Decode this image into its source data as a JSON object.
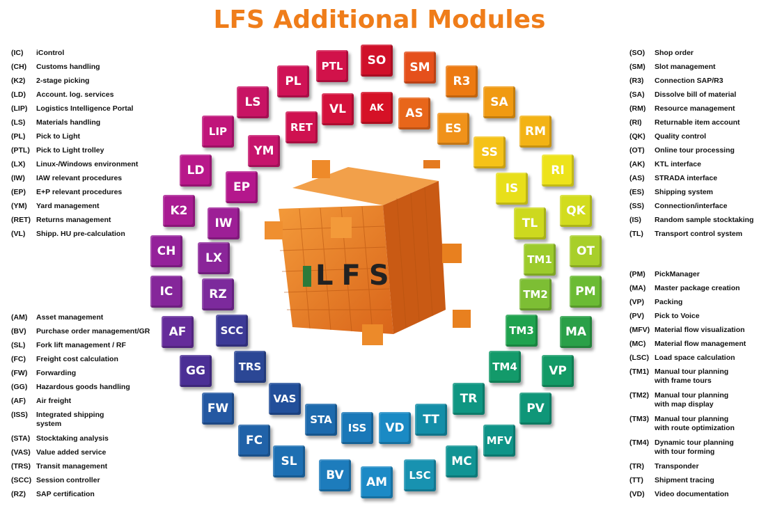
{
  "title": "LFS Additional Modules",
  "cube_label": "LFS",
  "legend_left_top": [
    {
      "code": "(IC)",
      "desc": "iControl"
    },
    {
      "code": "(CH)",
      "desc": "Customs handling"
    },
    {
      "code": "(K2)",
      "desc": "2-stage picking"
    },
    {
      "code": "(LD)",
      "desc": "Account. log. services"
    },
    {
      "code": "(LIP)",
      "desc": "Logistics Intelligence Portal"
    },
    {
      "code": "(LS)",
      "desc": "Materials handling"
    },
    {
      "code": "(PL)",
      "desc": "Pick to Light"
    },
    {
      "code": "(PTL)",
      "desc": "Pick to Light trolley"
    },
    {
      "code": "(LX)",
      "desc": "Linux-/Windows environment"
    },
    {
      "code": "(IW)",
      "desc": "IAW relevant procedures"
    },
    {
      "code": "(EP)",
      "desc": "E+P relevant procedures"
    },
    {
      "code": "(YM)",
      "desc": "Yard management"
    },
    {
      "code": "(RET)",
      "desc": "Returns management"
    },
    {
      "code": "(VL)",
      "desc": "Shipp. HU pre-calculation"
    }
  ],
  "legend_left_bottom": [
    {
      "code": "(AM)",
      "desc": "Asset management"
    },
    {
      "code": "(BV)",
      "desc": "Purchase order management/GR"
    },
    {
      "code": "(SL)",
      "desc": "Fork lift management / RF"
    },
    {
      "code": "(FC)",
      "desc": "Freight cost calculation"
    },
    {
      "code": "(FW)",
      "desc": "Forwarding"
    },
    {
      "code": "(GG)",
      "desc": "Hazardous goods handling"
    },
    {
      "code": "(AF)",
      "desc": "Air freight"
    },
    {
      "code": "(ISS)",
      "desc": "Integrated shipping",
      "desc2": "system"
    },
    {
      "code": "(STA)",
      "desc": "Stocktaking analysis"
    },
    {
      "code": "(VAS)",
      "desc": "Value added service"
    },
    {
      "code": "(TRS)",
      "desc": "Transit management"
    },
    {
      "code": "(SCC)",
      "desc": "Session controller"
    },
    {
      "code": "(RZ)",
      "desc": "SAP certification"
    }
  ],
  "legend_right_top": [
    {
      "code": "(SO)",
      "desc": "Shop order"
    },
    {
      "code": "(SM)",
      "desc": "Slot management"
    },
    {
      "code": "(R3)",
      "desc": "Connection SAP/R3"
    },
    {
      "code": "(SA)",
      "desc": "Dissolve bill of material"
    },
    {
      "code": "(RM)",
      "desc": "Resource management"
    },
    {
      "code": "(RI)",
      "desc": "Returnable item account"
    },
    {
      "code": "(QK)",
      "desc": "Quality control"
    },
    {
      "code": "(OT)",
      "desc": "Online tour processing"
    },
    {
      "code": "(AK)",
      "desc": "KTL interface"
    },
    {
      "code": "(AS)",
      "desc": "STRADA interface"
    },
    {
      "code": "(ES)",
      "desc": "Shipping system"
    },
    {
      "code": "(SS)",
      "desc": "Connection/interface"
    },
    {
      "code": "(IS)",
      "desc": "Random sample stocktaking"
    },
    {
      "code": "(TL)",
      "desc": "Transport control system"
    }
  ],
  "legend_right_bottom": [
    {
      "code": "(PM)",
      "desc": "PickManager"
    },
    {
      "code": "(MA)",
      "desc": "Master package creation"
    },
    {
      "code": "(VP)",
      "desc": "Packing"
    },
    {
      "code": "(PV)",
      "desc": "Pick to Voice"
    },
    {
      "code": "(MFV)",
      "desc": "Material flow visualization"
    },
    {
      "code": "(MC)",
      "desc": "Material flow management"
    },
    {
      "code": "(LSC)",
      "desc": "Load space calculation"
    },
    {
      "code": "(TM1)",
      "desc": "Manual tour planning",
      "desc2": "with frame tours"
    },
    {
      "code": "(TM2)",
      "desc": "Manual tour planning",
      "desc2": "with map display"
    },
    {
      "code": "(TM3)",
      "desc": "Manual tour planning",
      "desc2": "with route optimization"
    },
    {
      "code": "(TM4)",
      "desc": "Dynamic tour planning",
      "desc2": "with tour forming"
    },
    {
      "code": "(TR)",
      "desc": "Transponder"
    },
    {
      "code": "(TT)",
      "desc": "Shipment tracing"
    },
    {
      "code": "(VD)",
      "desc": "Video documentation"
    }
  ],
  "tiles": [
    {
      "label": "SO",
      "color": "#d0102a"
    },
    {
      "label": "PTL",
      "color": "#d1124a"
    },
    {
      "label": "SM",
      "color": "#e5501c"
    },
    {
      "label": "PL",
      "color": "#cf1256"
    },
    {
      "label": "R3",
      "color": "#ec7a12"
    },
    {
      "label": "LS",
      "color": "#c81464"
    },
    {
      "label": "VL",
      "color": "#d4113c"
    },
    {
      "label": "AK",
      "color": "#d51126"
    },
    {
      "label": "AS",
      "color": "#e8661a"
    },
    {
      "label": "SA",
      "color": "#f09a12"
    },
    {
      "label": "RET",
      "color": "#cf1250"
    },
    {
      "label": "ES",
      "color": "#f0921a"
    },
    {
      "label": "LIP",
      "color": "#c0157a"
    },
    {
      "label": "RM",
      "color": "#f3b315"
    },
    {
      "label": "YM",
      "color": "#c6146c"
    },
    {
      "label": "SS",
      "color": "#f5c218"
    },
    {
      "label": "LD",
      "color": "#b8188a"
    },
    {
      "label": "RI",
      "color": "#ede31b"
    },
    {
      "label": "EP",
      "color": "#b4178c"
    },
    {
      "label": "IS",
      "color": "#e8df1a"
    },
    {
      "label": "K2",
      "color": "#a91b92"
    },
    {
      "label": "QK",
      "color": "#d2dc1e"
    },
    {
      "label": "IW",
      "color": "#9d1f96"
    },
    {
      "label": "TL",
      "color": "#cdd91f"
    },
    {
      "label": "CH",
      "color": "#94219a"
    },
    {
      "label": "OT",
      "color": "#a8cf2a"
    },
    {
      "label": "LX",
      "color": "#8a2599"
    },
    {
      "label": "TM1",
      "color": "#9ccb2c"
    },
    {
      "label": "IC",
      "color": "#85269a"
    },
    {
      "label": "PM",
      "color": "#6bbb34"
    },
    {
      "label": "RZ",
      "color": "#7c2a9c"
    },
    {
      "label": "TM2",
      "color": "#7dbe34"
    },
    {
      "label": "AF",
      "color": "#652c9a"
    },
    {
      "label": "SCC",
      "color": "#3c3a96"
    },
    {
      "label": "TM3",
      "color": "#1fa24e"
    },
    {
      "label": "MA",
      "color": "#2aa048"
    },
    {
      "label": "GG",
      "color": "#4b2f95"
    },
    {
      "label": "TRS",
      "color": "#2b4795"
    },
    {
      "label": "TM4",
      "color": "#139a6a"
    },
    {
      "label": "VP",
      "color": "#139a66"
    },
    {
      "label": "VAS",
      "color": "#224f9a"
    },
    {
      "label": "TR",
      "color": "#0f9682"
    },
    {
      "label": "FW",
      "color": "#2458a2"
    },
    {
      "label": "STA",
      "color": "#1d6aad"
    },
    {
      "label": "ISS",
      "color": "#1a78b8"
    },
    {
      "label": "VD",
      "color": "#1a8ac4"
    },
    {
      "label": "TT",
      "color": "#148ea8"
    },
    {
      "label": "PV",
      "color": "#0f9678"
    },
    {
      "label": "FC",
      "color": "#2062a8"
    },
    {
      "label": "MFV",
      "color": "#0f9488"
    },
    {
      "label": "SL",
      "color": "#1d6fb2"
    },
    {
      "label": "BV",
      "color": "#1d7cbc"
    },
    {
      "label": "AM",
      "color": "#1c8ac6"
    },
    {
      "label": "LSC",
      "color": "#1892b0"
    },
    {
      "label": "MC",
      "color": "#119494"
    }
  ]
}
